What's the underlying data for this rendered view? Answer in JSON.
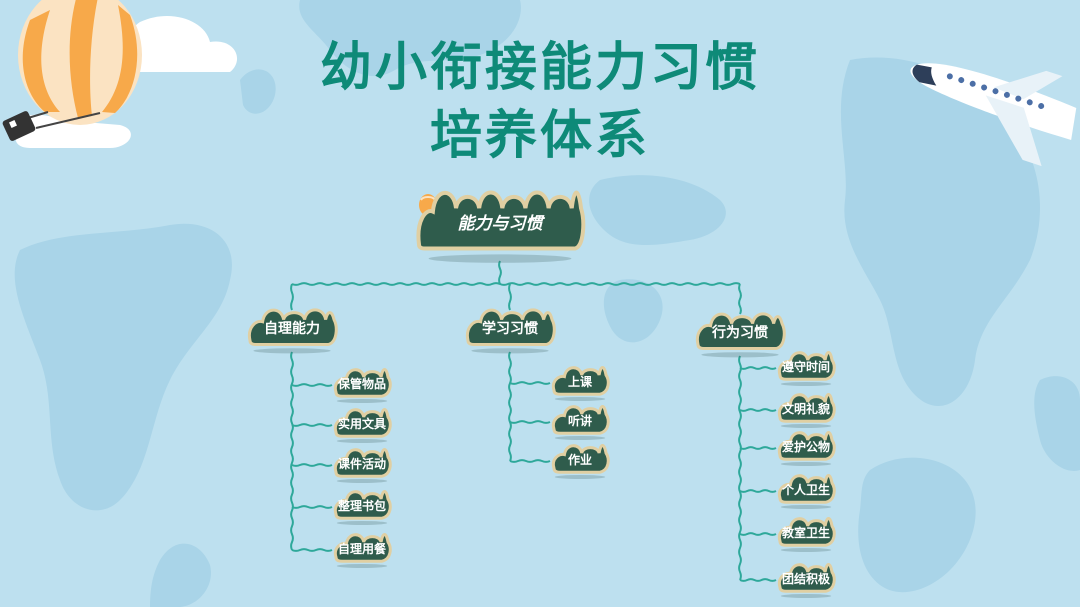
{
  "title": {
    "line1": "幼小衔接能力习惯",
    "line2": "培养体系"
  },
  "colors": {
    "title": "#0e8a78",
    "connector": "#2ea89a",
    "node_fill": "#2f5c4c",
    "node_border": "#e0cfa2",
    "background": "#bde0ef"
  },
  "icons": [
    "hot-air-balloon-icon",
    "airplane-icon",
    "cloud-icon"
  ],
  "root": {
    "label": "能力与习惯"
  },
  "branches": [
    {
      "label": "自理能力",
      "children": [
        "保管物品",
        "实用文具",
        "课件活动",
        "整理书包",
        "自理用餐"
      ]
    },
    {
      "label": "学习习惯",
      "children": [
        "上课",
        "听讲",
        "作业"
      ]
    },
    {
      "label": "行为习惯",
      "children": [
        "遵守时间",
        "文明礼貌",
        "爱护公物",
        "个人卫生",
        "教室卫生",
        "团结积极"
      ]
    }
  ]
}
